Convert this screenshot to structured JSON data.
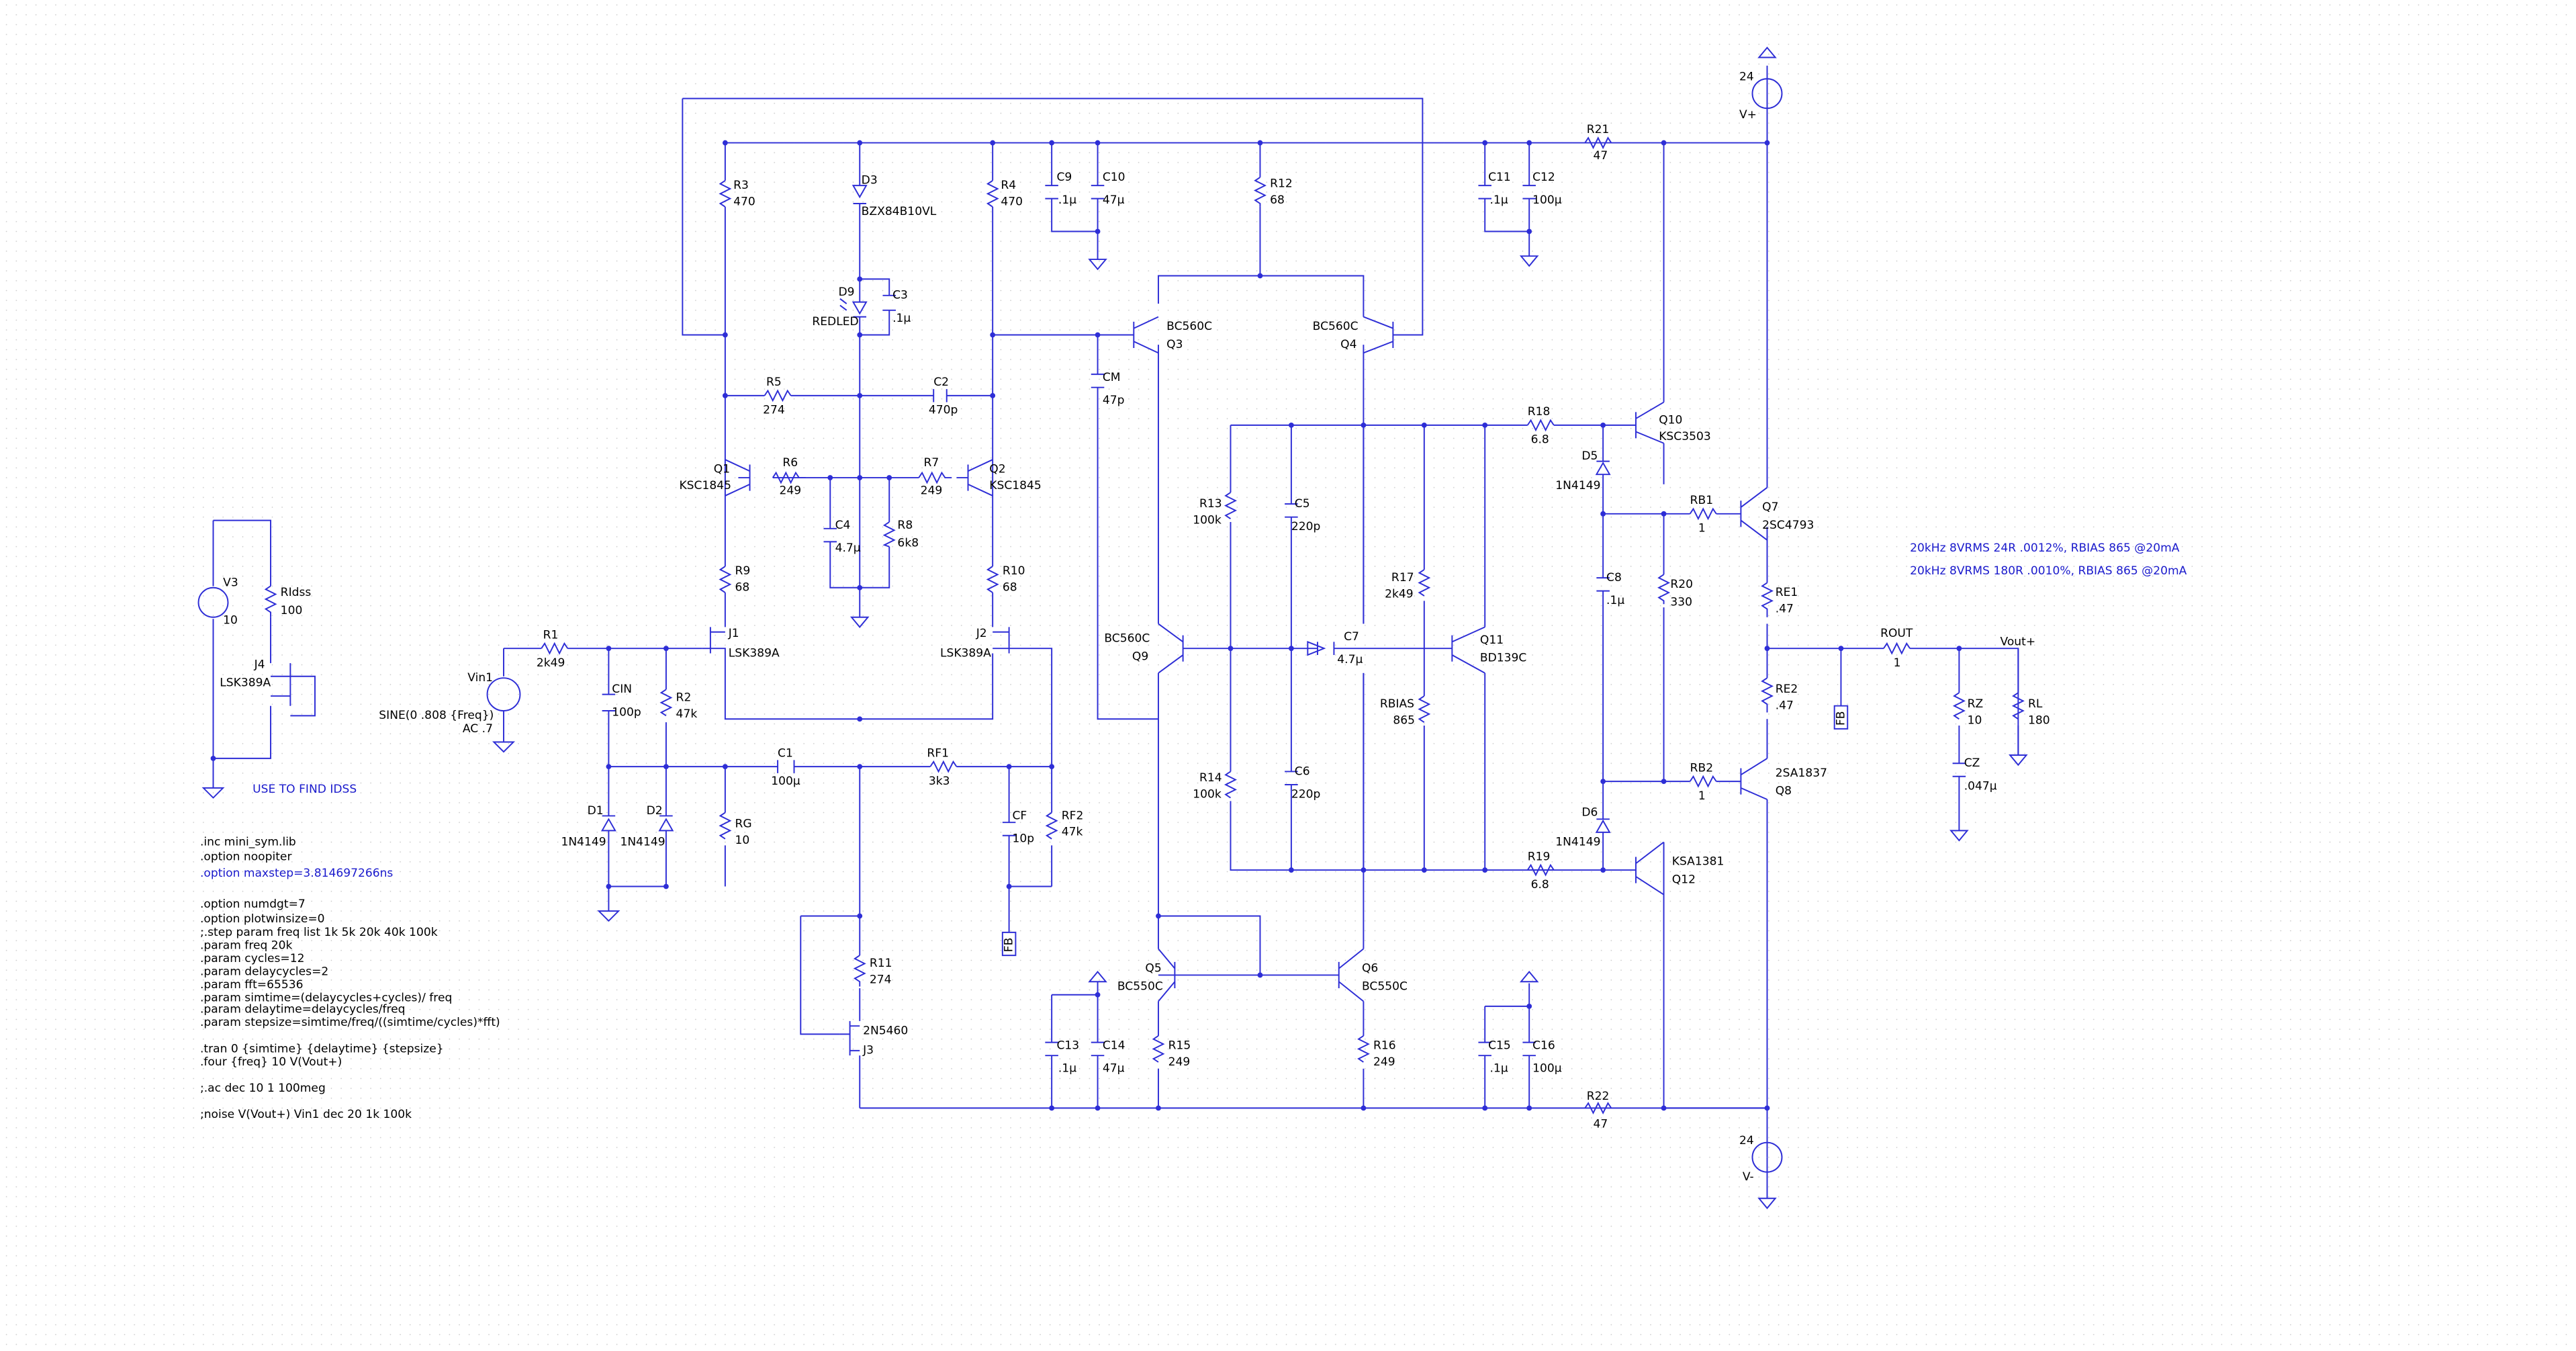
{
  "labels": {
    "R21": {
      "ref": "R21",
      "val": "47"
    },
    "R22": {
      "ref": "R22",
      "val": "47"
    },
    "V_pos": {
      "val": "24",
      "net": "V+"
    },
    "V_neg": {
      "val": "24",
      "net": "V-"
    },
    "R3": {
      "ref": "R3",
      "val": "470"
    },
    "R4": {
      "ref": "R4",
      "val": "470"
    },
    "D3": {
      "ref": "D3",
      "val": "BZX84B10VL"
    },
    "D9": {
      "ref": "D9",
      "val": "REDLED"
    },
    "C3": {
      "ref": "C3",
      "val": ".1µ"
    },
    "C9": {
      "ref": "C9",
      "val": ".1µ"
    },
    "C10": {
      "ref": "C10",
      "val": "47µ"
    },
    "R12": {
      "ref": "R12",
      "val": "68"
    },
    "C11": {
      "ref": "C11",
      "val": ".1µ"
    },
    "C12": {
      "ref": "C12",
      "val": "100µ"
    },
    "Q3": {
      "ref": "Q3",
      "val": "BC560C"
    },
    "Q4": {
      "ref": "Q4",
      "val": "BC560C"
    },
    "R5": {
      "ref": "R5",
      "val": "274"
    },
    "C2": {
      "ref": "C2",
      "val": "470p"
    },
    "CM": {
      "ref": "CM",
      "val": "47p"
    },
    "Q1": {
      "ref": "Q1",
      "val": "KSC1845"
    },
    "Q2": {
      "ref": "Q2",
      "val": "KSC1845"
    },
    "R6": {
      "ref": "R6",
      "val": "249"
    },
    "R7": {
      "ref": "R7",
      "val": "249"
    },
    "C4": {
      "ref": "C4",
      "val": "4.7µ"
    },
    "R8": {
      "ref": "R8",
      "val": "6k8"
    },
    "R9": {
      "ref": "R9",
      "val": "68"
    },
    "R10": {
      "ref": "R10",
      "val": "68"
    },
    "J1": {
      "ref": "J1",
      "val": "LSK389A"
    },
    "J2": {
      "ref": "J2",
      "val": "LSK389A"
    },
    "R18": {
      "ref": "R18",
      "val": "6.8"
    },
    "Q10": {
      "ref": "Q10",
      "val": "KSC3503"
    },
    "D5": {
      "ref": "D5",
      "val": "1N4149"
    },
    "RB1": {
      "ref": "RB1",
      "val": "1"
    },
    "Q7": {
      "ref": "Q7",
      "val": "2SC4793"
    },
    "R13": {
      "ref": "R13",
      "val": "100k"
    },
    "C5": {
      "ref": "C5",
      "val": "220p"
    },
    "R17": {
      "ref": "R17",
      "val": "2k49"
    },
    "C8": {
      "ref": "C8",
      "val": ".1µ"
    },
    "R20": {
      "ref": "R20",
      "val": "330"
    },
    "RE1": {
      "ref": "RE1",
      "val": ".47"
    },
    "Q9": {
      "ref": "Q9",
      "val": "BC560C"
    },
    "C7": {
      "ref": "C7",
      "val": "4.7µ"
    },
    "Q11": {
      "ref": "Q11",
      "val": "BD139C"
    },
    "RBIAS": {
      "ref": "RBIAS",
      "val": "865"
    },
    "ROUT": {
      "ref": "ROUT",
      "val": "1"
    },
    "Vout": {
      "net": "Vout+"
    },
    "RE2": {
      "ref": "RE2",
      "val": ".47"
    },
    "RZ": {
      "ref": "RZ",
      "val": "10"
    },
    "RL": {
      "ref": "RL",
      "val": "180"
    },
    "CZ": {
      "ref": "CZ",
      "val": ".047µ"
    },
    "R14": {
      "ref": "R14",
      "val": "100k"
    },
    "C6": {
      "ref": "C6",
      "val": "220p"
    },
    "RB2": {
      "ref": "RB2",
      "val": "1"
    },
    "Q8": {
      "ref": "Q8",
      "val": "2SA1837"
    },
    "D6": {
      "ref": "D6",
      "val": "1N4149"
    },
    "R19": {
      "ref": "R19",
      "val": "6.8"
    },
    "Q12": {
      "ref": "Q12",
      "val": "KSA1381"
    },
    "V3": {
      "ref": "V3",
      "val": "10"
    },
    "RIdss": {
      "ref": "RIdss",
      "val": "100"
    },
    "J4": {
      "ref": "J4",
      "val": "LSK389A"
    },
    "Vin1": {
      "ref": "Vin1",
      "val": "SINE(0 .808 {Freq})",
      "ac": "AC .7"
    },
    "R1": {
      "ref": "R1",
      "val": "2k49"
    },
    "CIN": {
      "ref": "CIN",
      "val": "100p"
    },
    "R2": {
      "ref": "R2",
      "val": "47k"
    },
    "C1": {
      "ref": "C1",
      "val": "100µ"
    },
    "RF1": {
      "ref": "RF1",
      "val": "3k3"
    },
    "CF": {
      "ref": "CF",
      "val": "10p"
    },
    "RF2": {
      "ref": "RF2",
      "val": "47k"
    },
    "FB": {
      "net": "FB"
    },
    "D1": {
      "ref": "D1",
      "val": "1N4149"
    },
    "D2": {
      "ref": "D2",
      "val": "1N4149"
    },
    "RG": {
      "ref": "RG",
      "val": "10"
    },
    "R11": {
      "ref": "R11",
      "val": "274"
    },
    "J3": {
      "ref": "J3",
      "val": "2N5460"
    },
    "Q5": {
      "ref": "Q5",
      "val": "BC550C"
    },
    "Q6": {
      "ref": "Q6",
      "val": "BC550C"
    },
    "C13": {
      "ref": "C13",
      "val": ".1µ"
    },
    "C14": {
      "ref": "C14",
      "val": "47µ"
    },
    "R15": {
      "ref": "R15",
      "val": "249"
    },
    "R16": {
      "ref": "R16",
      "val": "249"
    },
    "C15": {
      "ref": "C15",
      "val": ".1µ"
    },
    "C16": {
      "ref": "C16",
      "val": "100µ"
    }
  },
  "notes": {
    "idss": "USE TO FIND IDSS",
    "result_24r": "20kHz 8VRMS 24R .0012%, RBIAS 865 @20mA",
    "result_180r": "20kHz 8VRMS 180R .0010%, RBIAS 865 @20mA"
  },
  "directives": [
    ".inc mini_sym.lib",
    ".option noopiter",
    ".option maxstep=3.814697266ns",
    "",
    ".option numdgt=7",
    ".option plotwinsize=0",
    ";.step param freq list 1k 5k 20k 40k 100k",
    ".param freq 20k",
    ".param cycles=12",
    ".param delaycycles=2",
    ".param fft=65536",
    ".param simtime=(delaycycles+cycles)/ freq",
    ".param delaytime=delaycycles/freq",
    ".param stepsize=simtime/freq/((simtime/cycles)*fft)",
    "",
    ".tran 0 {simtime} {delaytime} {stepsize}",
    ".four {freq} 10 V(Vout+)",
    "",
    ";.ac dec 10 1 100meg",
    "",
    ";noise V(Vout+) Vin1 dec 20 1k 100k"
  ],
  "colors": {
    "wire": "#2e2ed6",
    "note": "#1a1acc",
    "text": "#000000",
    "grid": "#c8c8c8"
  }
}
